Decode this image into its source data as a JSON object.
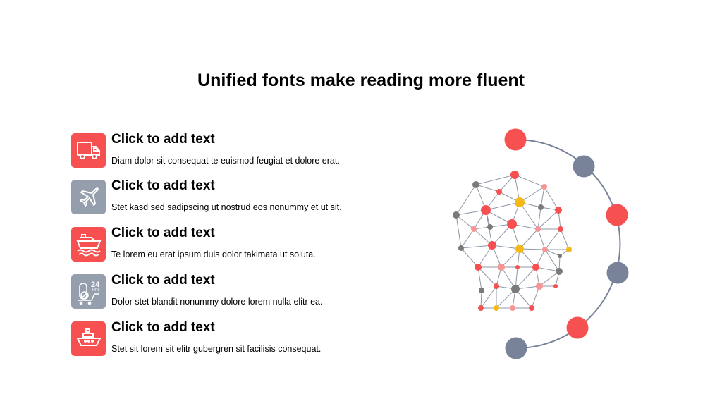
{
  "title": "Unified fonts make reading more fluent",
  "items": [
    {
      "heading": "Click to add text",
      "text": "Diam dolor sit consequat te euismod feugiat et dolore erat.",
      "icon": "truck-icon",
      "color": "#f75050"
    },
    {
      "heading": "Click to add text",
      "text": "Stet kasd sed sadipscing ut nostrud eos nonummy et ut sit.",
      "icon": "airplane-icon",
      "color": "#959eac"
    },
    {
      "heading": "Click to add text",
      "text": "Te lorem eu erat ipsum duis dolor takimata ut soluta.",
      "icon": "ship-icon",
      "color": "#f75050"
    },
    {
      "heading": "Click to add text",
      "text": "Dolor stet blandit nonummy dolore lorem nulla elitr ea.",
      "icon": "24hrs-pharmacy-cart-icon",
      "icon_text": "24",
      "icon_subtext": "HRS",
      "color": "#959eac"
    },
    {
      "heading": "Click to add text",
      "text": "Stet sit lorem sit elitr gubergren sit facilisis consequat.",
      "icon": "cruise-ship-icon",
      "color": "#f75050"
    }
  ],
  "colors": {
    "red": "#f75050",
    "gray": "#78839a",
    "pink": "#f79595",
    "yellow": "#f5b915",
    "dark_gray": "#7a7a7a"
  }
}
